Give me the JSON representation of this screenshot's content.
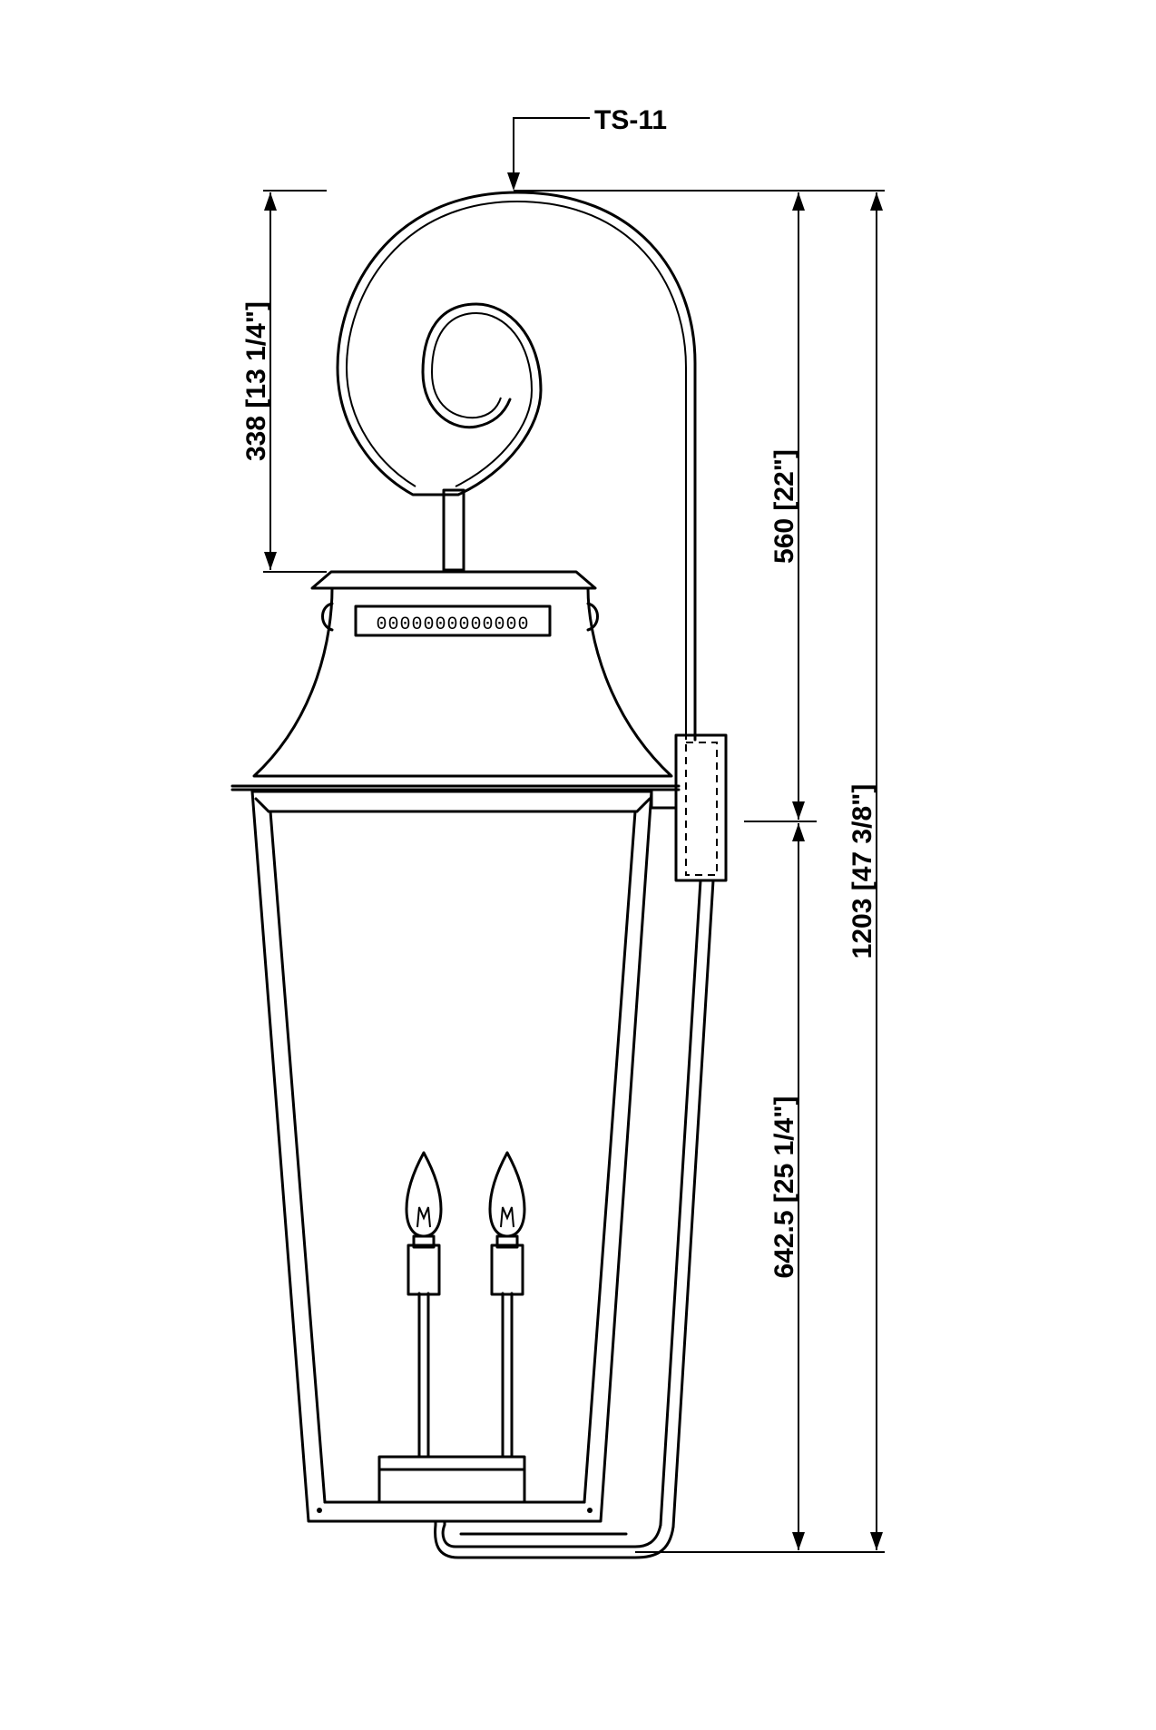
{
  "part_tag": "TS-11",
  "dimensions": {
    "scroll_height": "338 [13 1/4\"]",
    "upper_height": "560 [22\"]",
    "overall_height": "1203 [47 3/8\"]",
    "lower_height": "642.5 [25 1/4\"]"
  },
  "vent_slots": "0000000000000"
}
